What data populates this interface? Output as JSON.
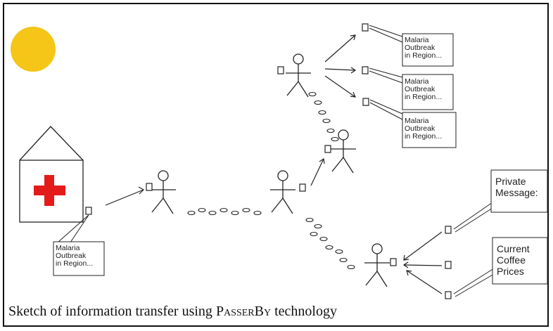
{
  "sun_color": "#F5C518",
  "cross_color": "#E41B1B",
  "notes": {
    "hospital_note": "Malaria\nOutbreak\nin Region...",
    "recipient_note_1": "Malaria\nOutbreak\nin Region...",
    "recipient_note_2": "Malaria\nOutbreak\nin Region...",
    "recipient_note_3": "Malaria\nOutbreak\nin Region..."
  },
  "callouts": {
    "private_message": "Private\nMessage:",
    "coffee_prices": "Current\nCoffee\nPrices"
  },
  "caption": {
    "prefix": "Sketch of information transfer using ",
    "brand": "PasserBy",
    "suffix": " technology"
  }
}
